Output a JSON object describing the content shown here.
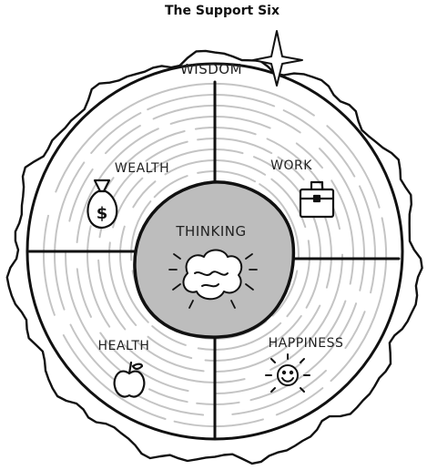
{
  "title": "The Support Six",
  "rim_label": "WISDOM",
  "center": {
    "label": "THINKING",
    "icon": "brain-icon"
  },
  "quadrants": [
    {
      "id": "wealth",
      "label": "WEALTH",
      "icon": "money-bag-icon"
    },
    {
      "id": "work",
      "label": "WORK",
      "icon": "briefcase-icon"
    },
    {
      "id": "health",
      "label": "HEALTH",
      "icon": "apple-icon"
    },
    {
      "id": "happiness",
      "label": "HAPPINESS",
      "icon": "sun-face-icon"
    }
  ],
  "decoration": {
    "star": "sparkle-star-icon"
  },
  "colors": {
    "ink": "#111111",
    "core_fill": "#bdbdbd",
    "rings": "#c4c4c4",
    "paper": "#ffffff"
  }
}
